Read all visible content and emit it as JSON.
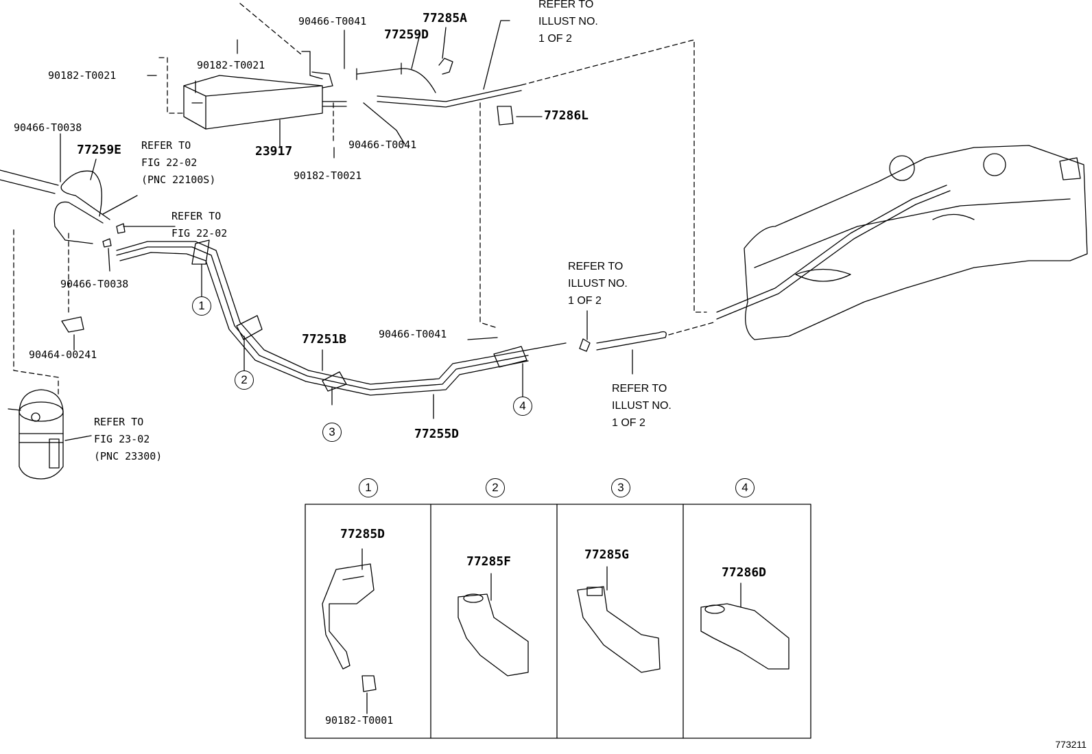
{
  "labels": {
    "p_90466_T0041_a": "90466-T0041",
    "p_77285A": "77285A",
    "p_77259D": "77259D",
    "p_90182_T0021_a": "90182-T0021",
    "p_90182_T0021_b": "90182-T0021",
    "p_90182_T0021_c": "90182-T0021",
    "p_77286L": "77286L",
    "p_90466_T0041_b": "90466-T0041",
    "p_90466_T0041_c": "90466-T0041",
    "p_23917": "23917",
    "p_90466_T0038_a": "90466-T0038",
    "p_90466_T0038_b": "90466-T0038",
    "p_77259E": "77259E",
    "p_90464_00241": "90464-00241",
    "p_77251B": "77251B",
    "p_77255D": "77255D",
    "p_77285D": "77285D",
    "p_77285F": "77285F",
    "p_77285G": "77285G",
    "p_77286D": "77286D",
    "p_90182_T0001": "90182-T0001",
    "figure_number": "773211"
  },
  "references": {
    "top_right": "REFER TO\nILLUST NO.\n1 OF 2",
    "fig_22_02_pnc": "REFER TO\nFIG 22-02\n(PNC 22100S)",
    "fig_22_02": "REFER TO\nFIG 22-02",
    "fig_23_02_pnc": "REFER TO\nFIG 23-02\n(PNC 23300)",
    "mid_right": "REFER TO\nILLUST NO.\n1 OF 2",
    "lower_right": "REFER TO\nILLUST NO.\n1 OF 2"
  },
  "callouts": [
    "1",
    "2",
    "3",
    "4"
  ],
  "detail_headers": [
    "1",
    "2",
    "3",
    "4"
  ]
}
